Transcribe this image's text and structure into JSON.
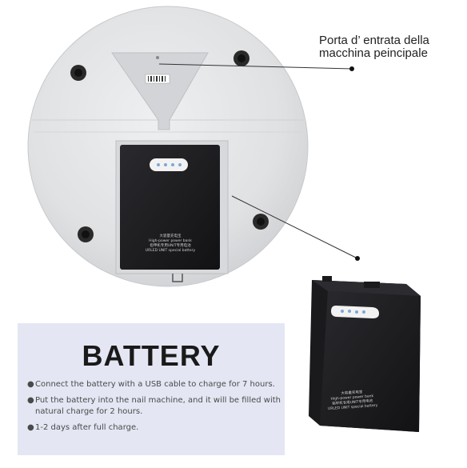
{
  "callout": {
    "line1": "Porta d’ entrata della",
    "line2": "macchina peincipale"
  },
  "device_labels": {
    "line1": "大容量充电宝",
    "line2": "High-power power bank",
    "line3": "指甲机专用UNIT专用电池",
    "line4": "URLED UNIT special battery"
  },
  "info": {
    "title": "BATTERY",
    "bullet_glyph": "●",
    "bullets": [
      "Connect the battery with a USB cable to charge for 7 hours.",
      "Put the battery into the nail machine, and it will be filled with natural charge for 2 hours.",
      "1-2 days after full charge."
    ]
  },
  "colors": {
    "disc": "#e1e2e4",
    "battery": "#1b1b1e",
    "panel": "#e4e6f3",
    "title": "#1a1a1a"
  }
}
